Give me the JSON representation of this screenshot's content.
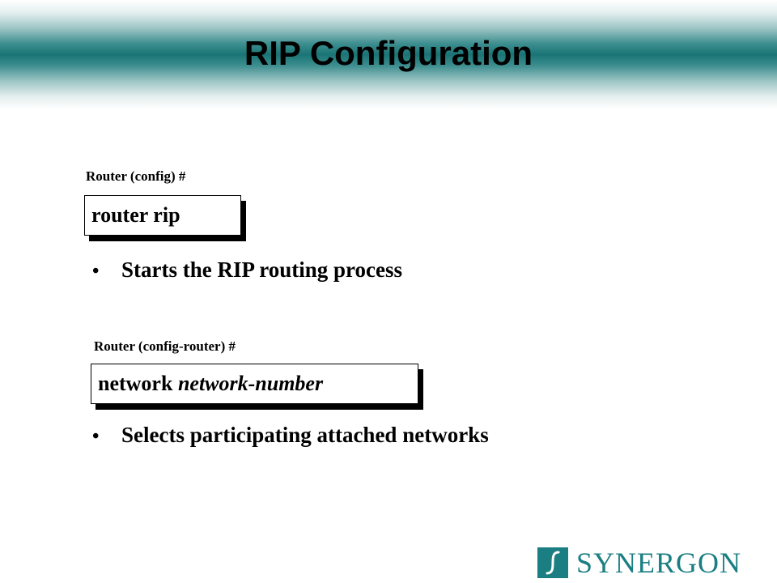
{
  "slide": {
    "title": "RIP Configuration"
  },
  "section1": {
    "prompt": "Router (config) #",
    "command": "router rip",
    "bullet": "Starts the RIP routing process"
  },
  "section2": {
    "prompt": "Router (config-router) #",
    "command_keyword": "network",
    "command_argument": "network-number",
    "bullet": "Selects participating attached networks"
  },
  "logo": {
    "text": "SYNERGON",
    "icon": "synergon-s-icon",
    "color": "#1a7e82"
  },
  "colors": {
    "header_band": "#1a7475"
  }
}
